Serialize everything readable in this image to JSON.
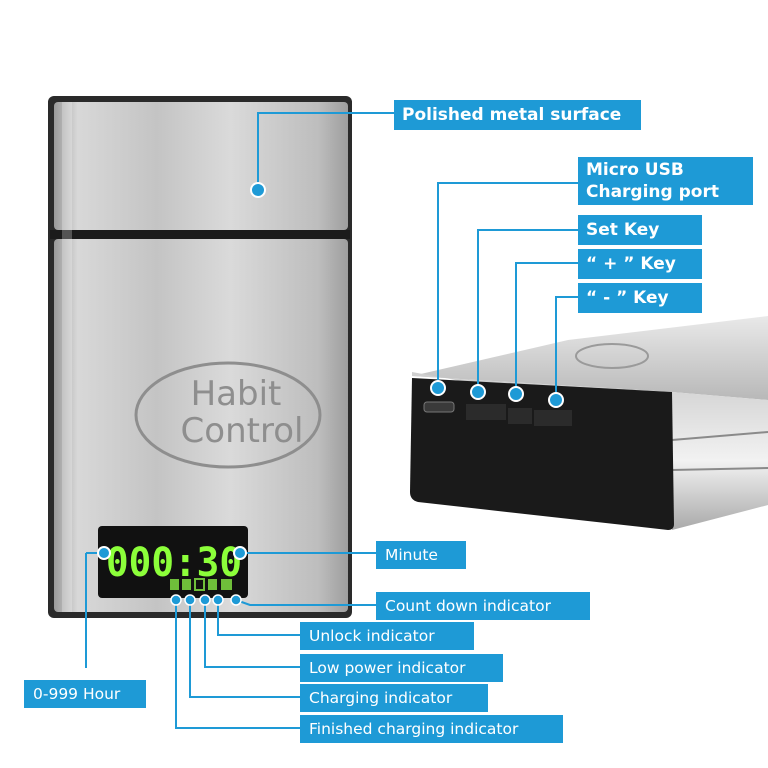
{
  "product": {
    "logo_line1": "Habit",
    "logo_line2": "Control",
    "display_digits": "000:30"
  },
  "callouts": {
    "polished": "Polished metal surface",
    "usb_line1": "Micro USB",
    "usb_line2": "Charging port",
    "set_key": "Set Key",
    "plus_key": "“ + ” Key",
    "minus_key": "“ - ” Key",
    "minute": "Minute",
    "countdown": "Count down indicator",
    "unlock": "Unlock indicator",
    "low_power": "Low power indicator",
    "charging": "Charging indicator",
    "finished": "Finished charging indicator",
    "hour": "0-999 Hour"
  },
  "colors": {
    "callout_blue": "#1e9ad6",
    "lcd_green": "#8cff3a",
    "metal": "#c8c8c8",
    "device_black": "#1a1a1a"
  }
}
